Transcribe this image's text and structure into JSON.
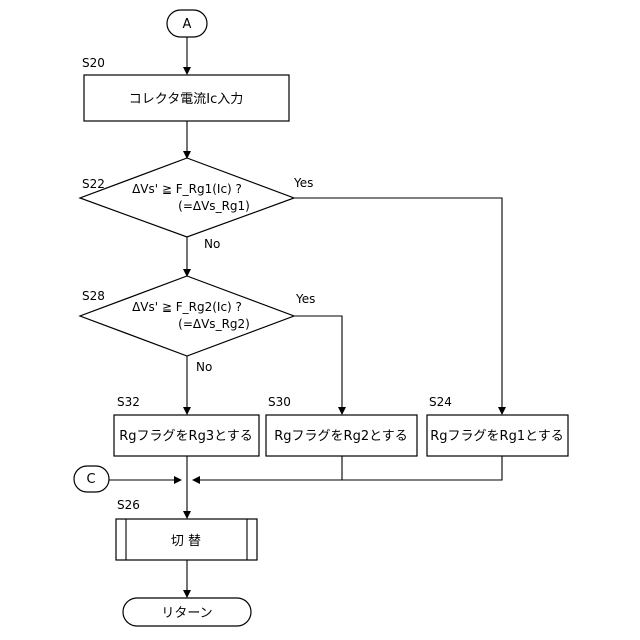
{
  "connectors": {
    "start": "A",
    "join": "C"
  },
  "steps": {
    "s20": "S20",
    "s22": "S22",
    "s28": "S28",
    "s32": "S32",
    "s30": "S30",
    "s24": "S24",
    "s26": "S26"
  },
  "process": {
    "input": "コレクタ電流Ic入力",
    "rg3": "RgフラグをRg3とする",
    "rg2": "RgフラグをRg2とする",
    "rg1": "RgフラグをRg1とする",
    "switch": "切 替"
  },
  "decisions": {
    "d1": {
      "line1": "ΔVs' ≧ F_Rg1(Ic) ?",
      "line2": "(=ΔVs_Rg1)"
    },
    "d2": {
      "line1": "ΔVs' ≧ F_Rg2(Ic) ?",
      "line2": "(=ΔVs_Rg2)"
    }
  },
  "branches": {
    "yes": "Yes",
    "no": "No"
  },
  "terminal": {
    "return": "リターン"
  }
}
